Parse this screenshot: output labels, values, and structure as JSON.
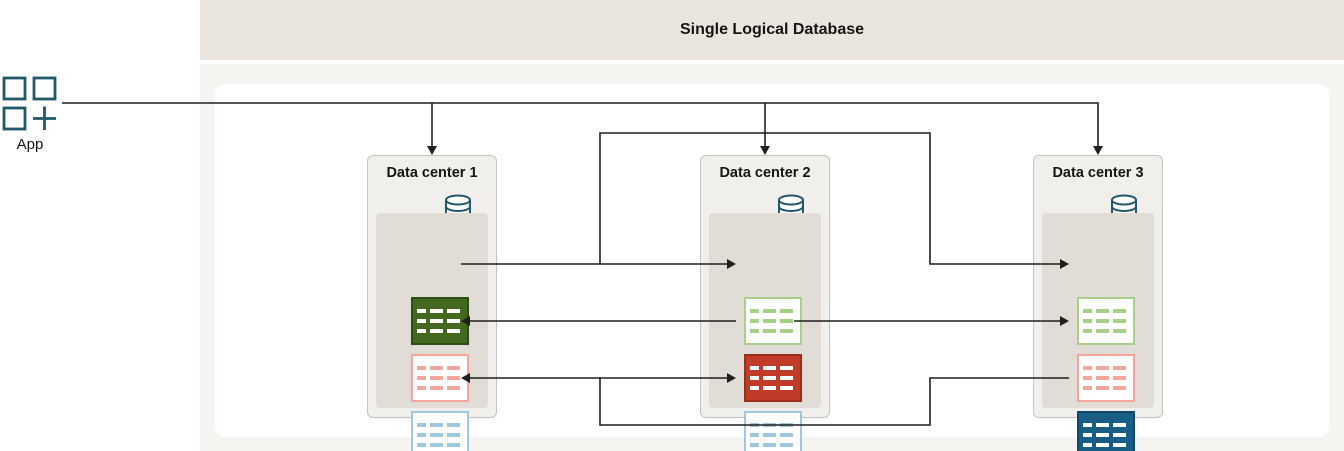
{
  "banner": {
    "title": "Single Logical Database"
  },
  "app": {
    "label": "App",
    "icon": "app-grid-plus-icon"
  },
  "data_centers": [
    {
      "title": "Data center 1",
      "icon": "database-icon",
      "tables": [
        {
          "color": "green",
          "variant": "solid",
          "style": "green-solid"
        },
        {
          "color": "red",
          "variant": "light",
          "style": "red-light"
        },
        {
          "color": "blue",
          "variant": "light",
          "style": "blue-light"
        }
      ]
    },
    {
      "title": "Data center 2",
      "icon": "database-icon",
      "tables": [
        {
          "color": "green",
          "variant": "light",
          "style": "green-light"
        },
        {
          "color": "red",
          "variant": "solid",
          "style": "red-solid"
        },
        {
          "color": "blue",
          "variant": "light",
          "style": "blue-light"
        }
      ]
    },
    {
      "title": "Data center 3",
      "icon": "database-icon",
      "tables": [
        {
          "color": "green",
          "variant": "light",
          "style": "green-light"
        },
        {
          "color": "red",
          "variant": "light",
          "style": "red-light"
        },
        {
          "color": "blue",
          "variant": "solid",
          "style": "blue-solid"
        }
      ]
    }
  ],
  "colors": {
    "banner-bg": "#ebe6dd",
    "panel-bg": "#f5f4f1",
    "dc-bg": "#f1efeb",
    "dc-border": "#c7c3bc",
    "inner-bg": "#e1ddd6",
    "line": "#1f1f1f",
    "accent-teal": "#22586b",
    "text": "#161513",
    "green-dark": "#42691d",
    "green-light": "#a6cf88",
    "red-dark": "#c23b28",
    "red-light": "#f3a79c",
    "blue-dark": "#175e86",
    "blue-light": "#9dc8df"
  }
}
